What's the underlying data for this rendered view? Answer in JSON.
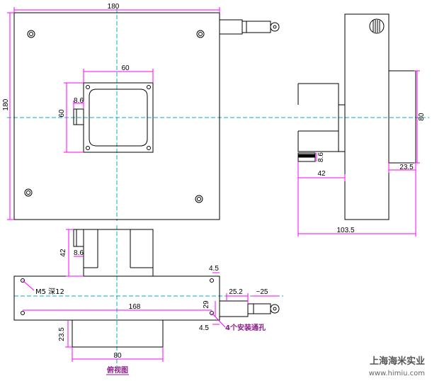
{
  "colors": {
    "outline": "#000000",
    "dimension": "#ff00ff",
    "centerline": "#00b0c0",
    "note": "#8b1a8b",
    "brand": "#555555"
  },
  "front_view": {
    "width_dim": "180",
    "height_dim": "180",
    "window_width_dim": "60",
    "window_height_dim": "60",
    "connector_dim": "8.6"
  },
  "side_view": {
    "height_dim": "80",
    "offset_dim": "23.5",
    "connector_dim": "8.6",
    "depth_dim": "42",
    "total_dim": "103.5"
  },
  "bottom_view": {
    "connector_height_dim": "42",
    "connector_width_dim": "8.6",
    "edge_dim_top": "4.5",
    "edge_dim_bottom": "4.5",
    "thread_label": "M5 深12",
    "hole_spacing_dim": "168",
    "plate_dim": "29",
    "rod_dim_a": "25.2",
    "rod_dim_b": "~25",
    "mount_holes_label": "4个安装通孔",
    "base_height_dim": "23.5",
    "base_width_dim": "80",
    "view_name": "俯视图"
  },
  "brand": {
    "company": "上海海米实业",
    "website": "www.himiu.com"
  }
}
